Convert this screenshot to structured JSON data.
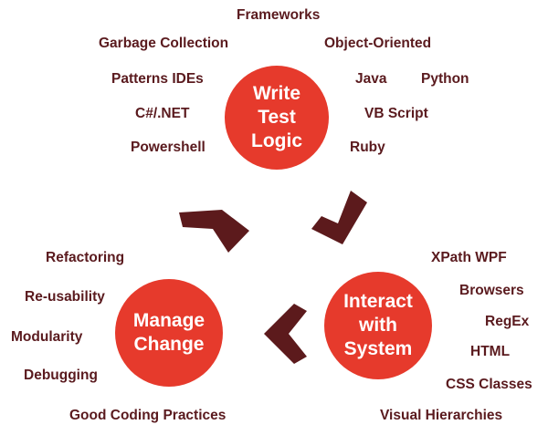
{
  "colors": {
    "circle": "#e63a2c",
    "arrow": "#5c1a1c",
    "label": "#5a1a1e",
    "circle_text": "#ffffff"
  },
  "nodes": {
    "write_test_logic": {
      "lines": [
        "Write",
        "Test",
        "Logic"
      ]
    },
    "interact_with_system": {
      "lines": [
        "Interact",
        "with",
        "System"
      ]
    },
    "manage_change": {
      "lines": [
        "Manage",
        "Change"
      ]
    }
  },
  "write_labels": {
    "frameworks": "Frameworks",
    "garbage_collection": "Garbage Collection",
    "object_oriented": "Object-Oriented",
    "patterns_ides": "Patterns IDEs",
    "java": "Java",
    "python": "Python",
    "csharp_net": "C#/.NET",
    "vb_script": "VB Script",
    "powershell": "Powershell",
    "ruby": "Ruby"
  },
  "interact_labels": {
    "xpath_wpf": "XPath WPF",
    "browsers": "Browsers",
    "regex": "RegEx",
    "html": "HTML",
    "css_classes": "CSS Classes",
    "visual_hierarchies": "Visual Hierarchies"
  },
  "manage_labels": {
    "refactoring": "Refactoring",
    "re_usability": "Re-usability",
    "modularity": "Modularity",
    "debugging": "Debugging",
    "good_coding_practices": "Good Coding Practices"
  }
}
